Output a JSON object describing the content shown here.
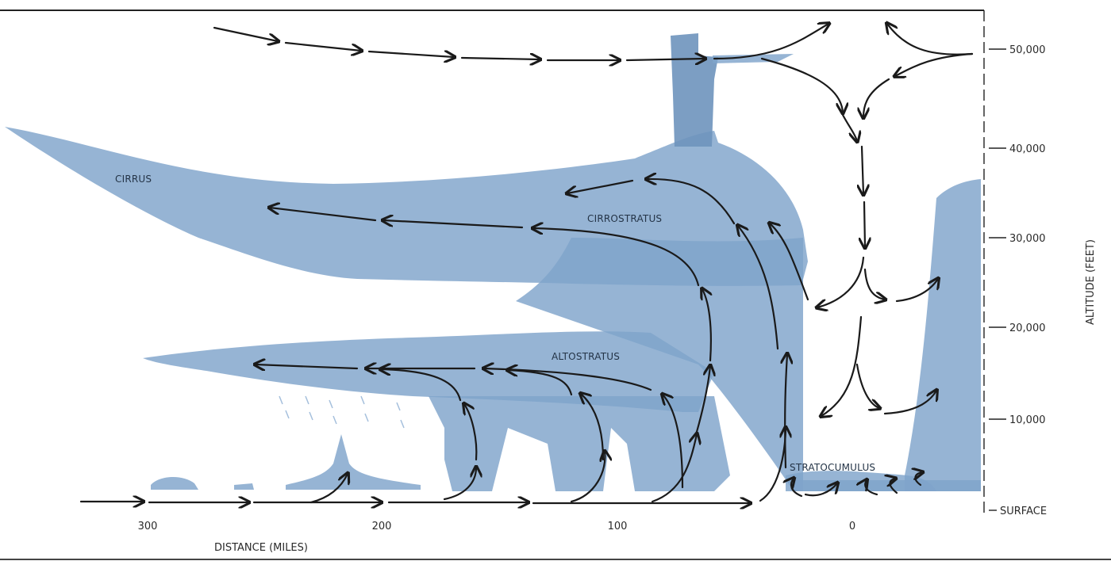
{
  "axis": {
    "altitude_title": "ALTITUDE (FEET)",
    "altitude_ticks": [
      "50,000",
      "40,000",
      "30,000",
      "20,000",
      "10,000",
      "SURFACE"
    ],
    "distance_title": "DISTANCE (MILES)",
    "distance_ticks": [
      "300",
      "200",
      "100",
      "0"
    ]
  },
  "clouds": {
    "cirrus": "CIRRUS",
    "cirrostratus": "CIRROSTRATUS",
    "altostratus": "ALTOSTRATUS",
    "stratocumulus": "STRATOCUMULUS"
  },
  "colors": {
    "cloud": "#7fa3cb",
    "arrow": "#1a1a1a"
  }
}
